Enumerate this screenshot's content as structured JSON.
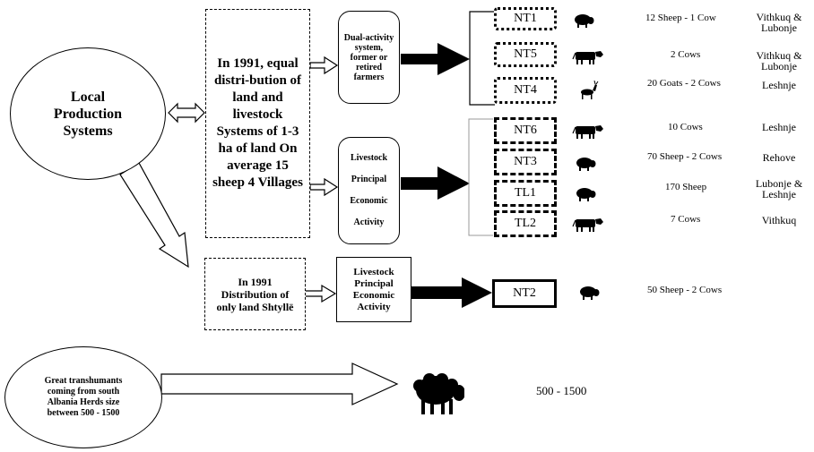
{
  "local_production": "Local Production Systems",
  "box_1991_equal": "In 1991, equal distri-bution of land and livestock Systems of 1-3 ha of land On average 15 sheep 4 Villages",
  "box_1991_land": "In 1991 Distribution of only land Shtyllë",
  "dual_activity": "Dual-activity system, former or retired farmers",
  "livestock_main": "Livestock Principal Economic Activity",
  "livestock_second": "Livestock Principal Economic Activity",
  "great_transhumants": "Great transhumants coming from south Albania Herds size between 500 - 1500",
  "great_range": "500 - 1500",
  "rows": [
    {
      "code": "NT1",
      "animal": "sheep-icon",
      "herd": "12 Sheep - 1 Cow",
      "village": "Vithkuq & Lubonje"
    },
    {
      "code": "NT5",
      "animal": "cow-icon",
      "herd": "2 Cows",
      "village": "Vithkuq & Lubonje"
    },
    {
      "code": "NT4",
      "animal": "goat-icon",
      "herd": "20 Goats - 2 Cows",
      "village": "Leshnje"
    },
    {
      "code": "NT6",
      "animal": "cow-icon",
      "herd": "10 Cows",
      "village": "Leshnje"
    },
    {
      "code": "NT3",
      "animal": "sheep-icon",
      "herd": "70 Sheep - 2 Cows",
      "village": "Rehove"
    },
    {
      "code": "TL1",
      "animal": "sheep-icon",
      "herd": "170 Sheep",
      "village": "Lubonje & Leshnje"
    },
    {
      "code": "TL2",
      "animal": "cow-icon",
      "herd": "7 Cows",
      "village": "Vithkuq"
    },
    {
      "code": "NT2",
      "animal": "sheep-icon",
      "herd": "50 Sheep - 2 Cows",
      "village": ""
    }
  ]
}
